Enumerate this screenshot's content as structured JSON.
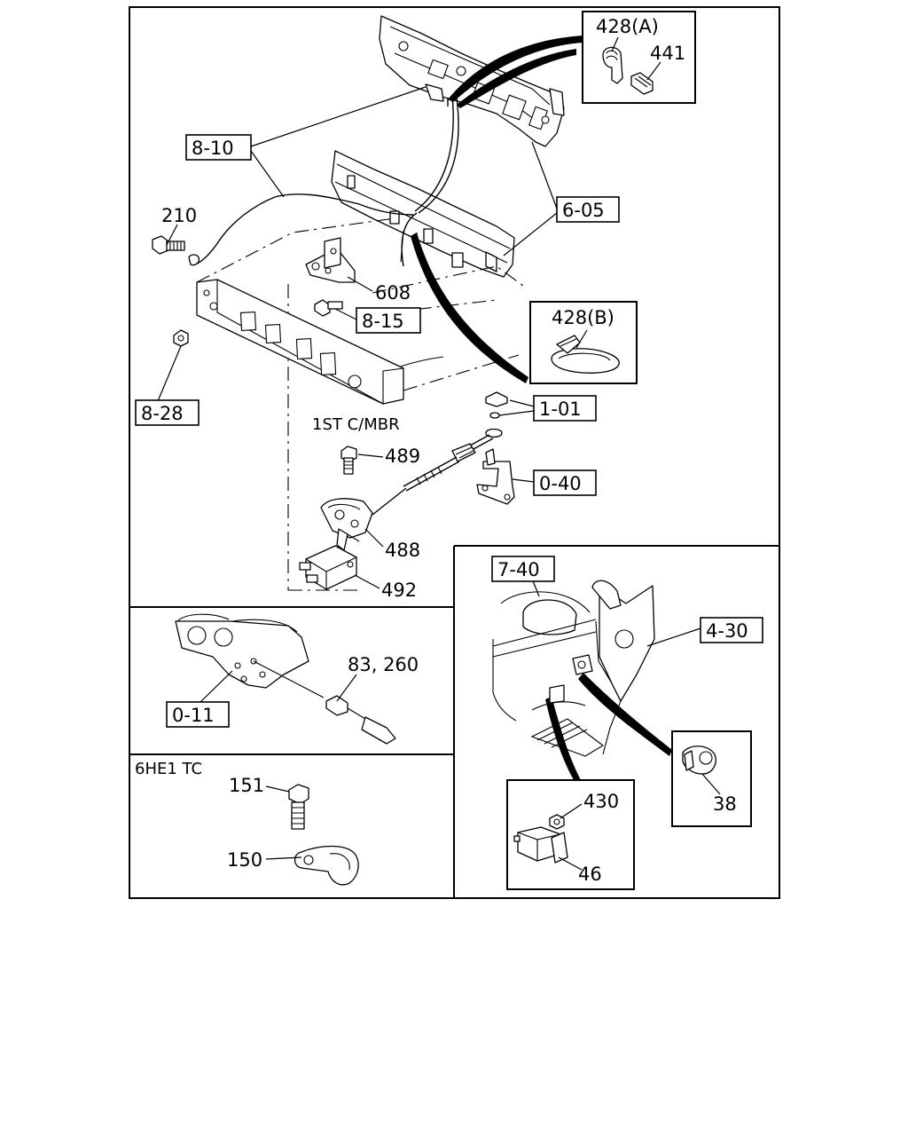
{
  "labels": {
    "part_428a": "428(A)",
    "part_441": "441",
    "ref_8_10": "8-10",
    "ref_6_05": "6-05",
    "part_210": "210",
    "part_608": "608",
    "ref_8_15": "8-15",
    "part_428b": "428(B)",
    "ref_8_28": "8-28",
    "note_1st_cmbr": "1ST C/MBR",
    "ref_1_01": "1-01",
    "part_489": "489",
    "ref_0_40": "0-40",
    "part_488": "488",
    "part_492": "492",
    "ref_7_40": "7-40",
    "ref_4_30": "4-30",
    "part_83_260": "83, 260",
    "ref_0_11": "0-11",
    "note_6he1_tc": "6HE1 TC",
    "part_151": "151",
    "part_150": "150",
    "part_430": "430",
    "part_38": "38",
    "part_46": "46"
  }
}
